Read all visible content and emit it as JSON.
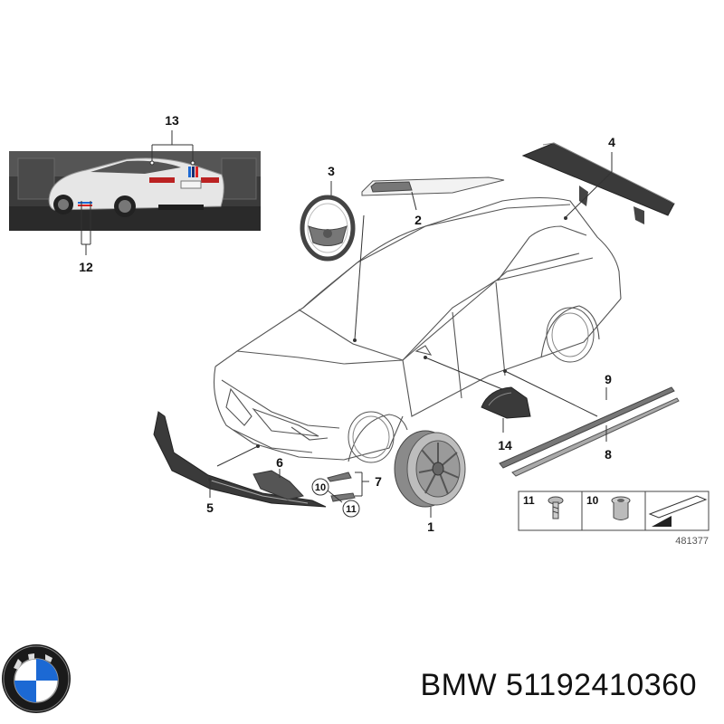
{
  "callouts": {
    "c1": "1",
    "c2": "2",
    "c3": "3",
    "c4": "4",
    "c5": "5",
    "c6": "6",
    "c7": "7",
    "c8": "8",
    "c9": "9",
    "c10": "10",
    "c11": "11",
    "c12": "12",
    "c13": "13",
    "c14": "14"
  },
  "legend": {
    "item11": "11",
    "item10": "10"
  },
  "diagram_id": "481377",
  "footer": {
    "brand": "BMW",
    "part_number": "51192410360"
  },
  "colors": {
    "line": "#333333",
    "photo_bg": "#3a3a3a",
    "car_white": "#e6e6e6",
    "bmw_blue": "#1c69d4"
  },
  "icons": {
    "logo": "bmw-roundel-logo",
    "arrow": "arrow-icon"
  }
}
